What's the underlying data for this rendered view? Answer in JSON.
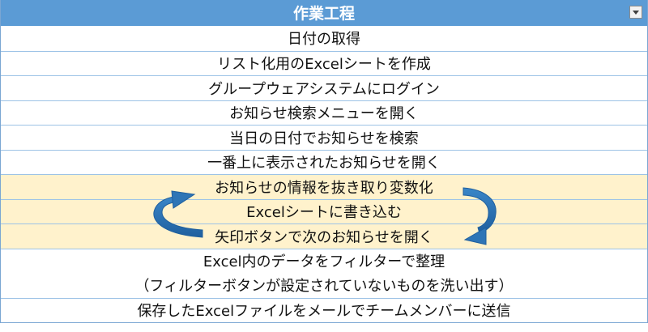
{
  "table": {
    "header": "作業工程",
    "rows": [
      {
        "text": "日付の取得",
        "highlight": false
      },
      {
        "text": "リスト化用のExcelシートを作成",
        "highlight": false
      },
      {
        "text": "グループウェアシステムにログイン",
        "highlight": false
      },
      {
        "text": "お知らせ検索メニューを開く",
        "highlight": false
      },
      {
        "text": "当日の日付でお知らせを検索",
        "highlight": false
      },
      {
        "text": "一番上に表示されたお知らせを開く",
        "highlight": false
      },
      {
        "text": "お知らせの情報を抜き取り変数化",
        "highlight": true
      },
      {
        "text": "Excelシートに書き込む",
        "highlight": true
      },
      {
        "text": "矢印ボタンで次のお知らせを開く",
        "highlight": true
      },
      {
        "text": "Excel内のデータをフィルターで整理",
        "highlight": false
      },
      {
        "text": "（フィルターボタンが設定されていないものを洗い出す）",
        "highlight": false
      },
      {
        "text": "保存したExcelファイルをメールでチームメンバーに送信",
        "highlight": false
      }
    ]
  },
  "colors": {
    "header_bg": "#5b9bd5",
    "header_text": "#ffffff",
    "highlight_bg": "#fff2cc",
    "border": "#9dc3e6",
    "arrow_fill": "#2e75b6"
  },
  "icons": {
    "filter": "dropdown-arrow-icon",
    "loop": "loop-arrow-icon"
  }
}
